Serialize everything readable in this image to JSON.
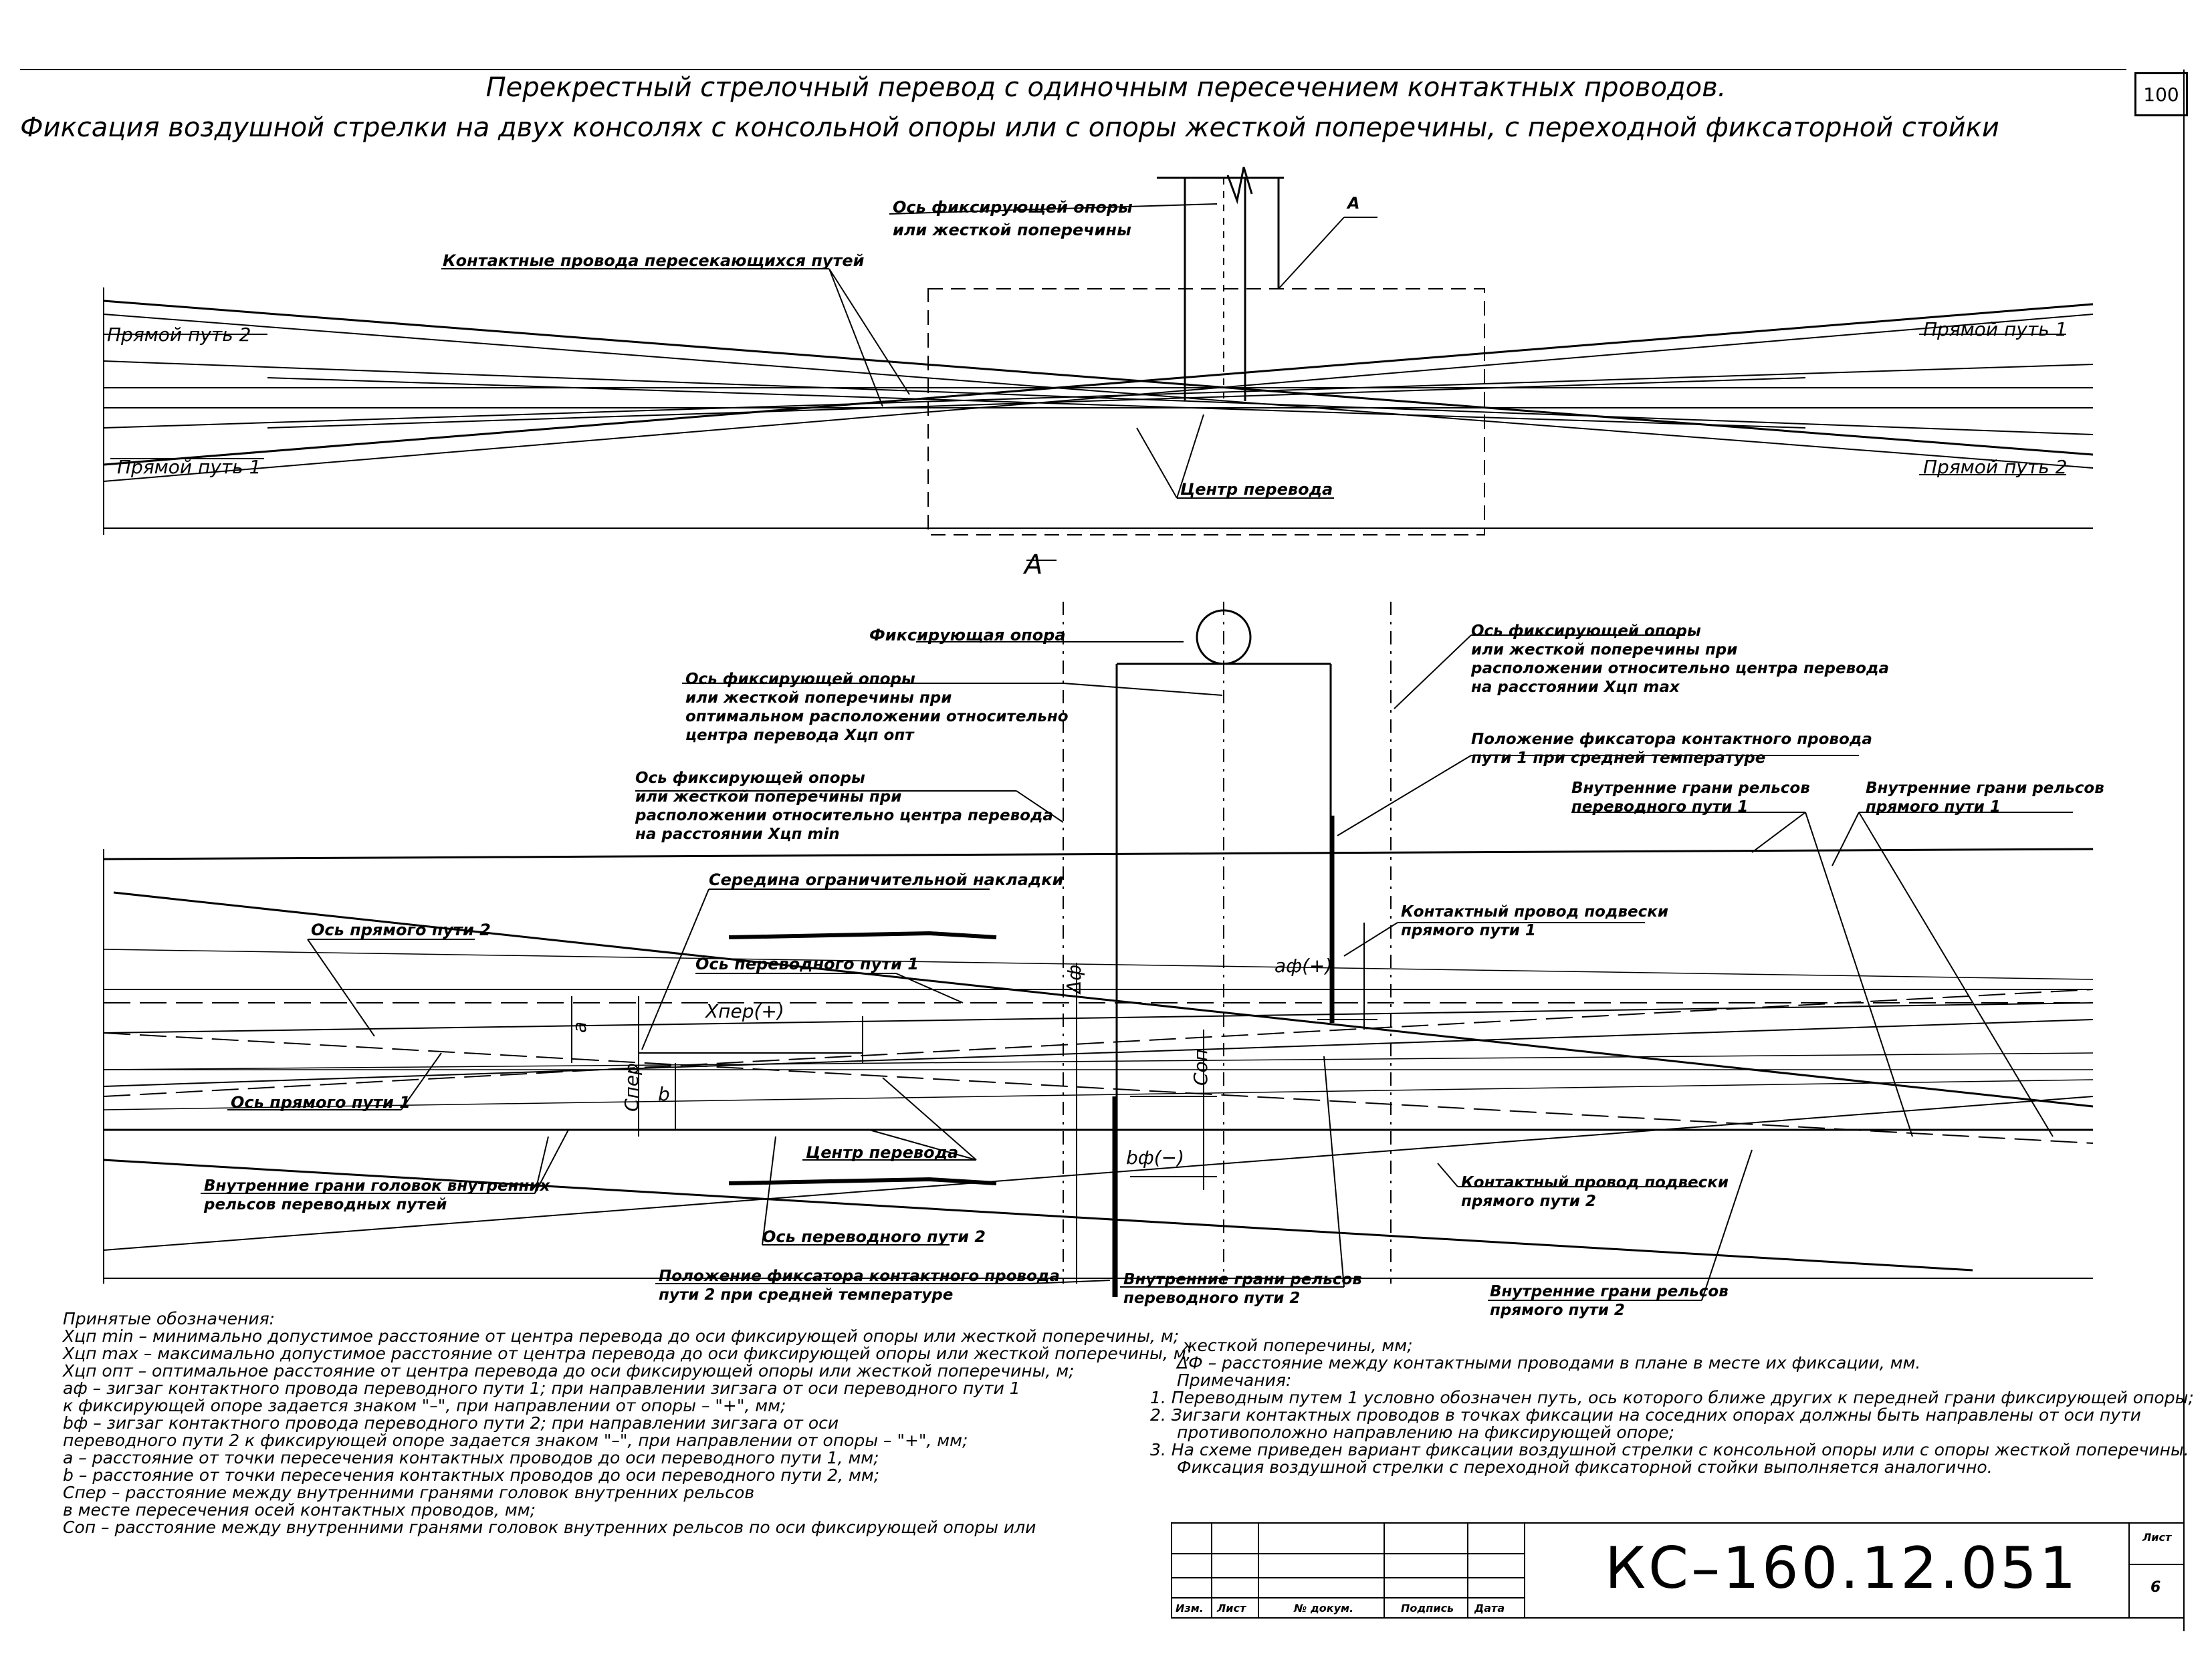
{
  "title": {
    "line1": "Перекрестный стрелочный перевод с одиночным пересечением контактных проводов.",
    "line2": "Фиксация воздушной стрелки на двух консолях с консольной опоры или с опоры жесткой поперечины, с переходной фиксаторной стойки"
  },
  "page_number": "100",
  "top_view": {
    "axis_label_1": "Ось фиксирующей опоры",
    "axis_label_2": "или жесткой поперечины",
    "section_mark": "A",
    "contact_wires": "Контактные провода пересекающихся путей",
    "track_left_top": "Прямой путь 2",
    "track_left_bottom": "Прямой путь 1",
    "track_right_top": "Прямой путь 1",
    "track_right_bottom": "Прямой путь 2",
    "center": "Центр перевода"
  },
  "detail_view": {
    "section_mark": "A",
    "fixing_pole": "Фиксирующая опора",
    "opt_axis": [
      "Ось фиксирующей опоры",
      "или жесткой поперечины при",
      "оптимальном расположении относительно",
      "центра перевода Хцп опт"
    ],
    "min_axis": [
      "Ось фиксирующей опоры",
      "или жесткой поперечины при",
      "расположении относительно центра перевода",
      "на расстоянии Хцп min"
    ],
    "max_axis": [
      "Ось фиксирующей опоры",
      "или жесткой поперечины при",
      "расположении относительно центра перевода",
      "на расстоянии Хцп max"
    ],
    "fixator1": [
      "Положение фиксатора контактного провода",
      "пути 1 при средней температуре"
    ],
    "inner_edges_turnout1": [
      "Внутренние грани рельсов",
      "переводного пути 1"
    ],
    "inner_edges_straight1": [
      "Внутренние грани рельсов",
      "прямого пути 1"
    ],
    "limiting_plate": "Середина ограничительной накладки",
    "contact_wire_straight1": [
      "Контактный провод подвески",
      "прямого пути 1"
    ],
    "axis_straight2": "Ось прямого пути 2",
    "axis_turnout1": "Ось переводного пути 1",
    "axis_straight1": "Ось прямого пути 1",
    "xper": "Xпер(+)",
    "a_label": "a",
    "b_label": "b",
    "sper": "Спер",
    "son": "Соп",
    "delta_f": "Δф",
    "af": "aф(+)",
    "bf": "bф(−)",
    "center": "Центр перевода",
    "inner_heads": [
      "Внутренние грани головок внутренних",
      "рельсов переводных путей"
    ],
    "axis_turnout2": "Ось переводного пути 2",
    "contact_wire_straight2": [
      "Контактный провод подвески",
      "прямого пути 2"
    ],
    "fixator2": [
      "Положение фиксатора контактного провода",
      "пути 2 при средней температуре"
    ],
    "inner_edges_turnout2": [
      "Внутренние грани рельсов",
      "переводного пути 2"
    ],
    "inner_edges_straight2": [
      "Внутренние грани рельсов",
      "прямого пути 2"
    ]
  },
  "legend_left": [
    "Принятые обозначения:",
    "Хцп min – минимально допустимое расстояние от центра перевода до оси фиксирующей опоры или жесткой поперечины, м;",
    "Хцп max – максимально допустимое расстояние от центра перевода до оси фиксирующей опоры или жесткой поперечины, м;",
    "Хцп опт – оптимальное расстояние от центра перевода до оси фиксирующей опоры или жесткой поперечины, м;",
    "aф – зигзаг контактного провода переводного пути 1; при направлении зигзага от оси переводного пути 1",
    "к фиксирующей опоре задается знаком \"–\", при направлении от опоры – \"+\", мм;",
    "bф – зигзаг контактного провода переводного пути 2; при направлении зигзага от оси",
    "переводного пути 2 к фиксирующей опоре задается знаком \"–\", при направлении от опоры – \"+\", мм;",
    "a – расстояние от точки пересечения контактных проводов до оси переводного пути 1, мм;",
    "b – расстояние от точки пересечения контактных проводов до оси переводного пути 2, мм;",
    "Спер – расстояние между внутренними гранями головок внутренних рельсов",
    "в месте пересечения осей контактных проводов, мм;",
    "Соп – расстояние между внутренними гранями головок внутренних рельсов по оси фиксирующей опоры или"
  ],
  "legend_right": [
    "жесткой поперечины, мм;",
    "ΔФ – расстояние между контактными проводами в плане в месте их фиксации, мм.",
    "Примечания:",
    "1. Переводным путем 1 условно обозначен путь, ось которого ближе других к передней грани фиксирующей опоры;",
    "2. Зигзаги контактных проводов в точках фиксации на соседних опорах должны быть направлены от оси пути",
    "противоположно направлению на фиксирующей опоре;",
    "3. На схеме приведен вариант фиксации воздушной стрелки с консольной опоры или с опоры жесткой поперечины.",
    "Фиксация воздушной стрелки с переходной фиксаторной стойки выполняется аналогично."
  ],
  "stamp": {
    "code": "КС–160.12.051",
    "sheet_label": "Лист",
    "sheet_number": "6",
    "cols": [
      "Изм.",
      "Лист",
      "№ докум.",
      "Подпись",
      "Дата"
    ]
  }
}
